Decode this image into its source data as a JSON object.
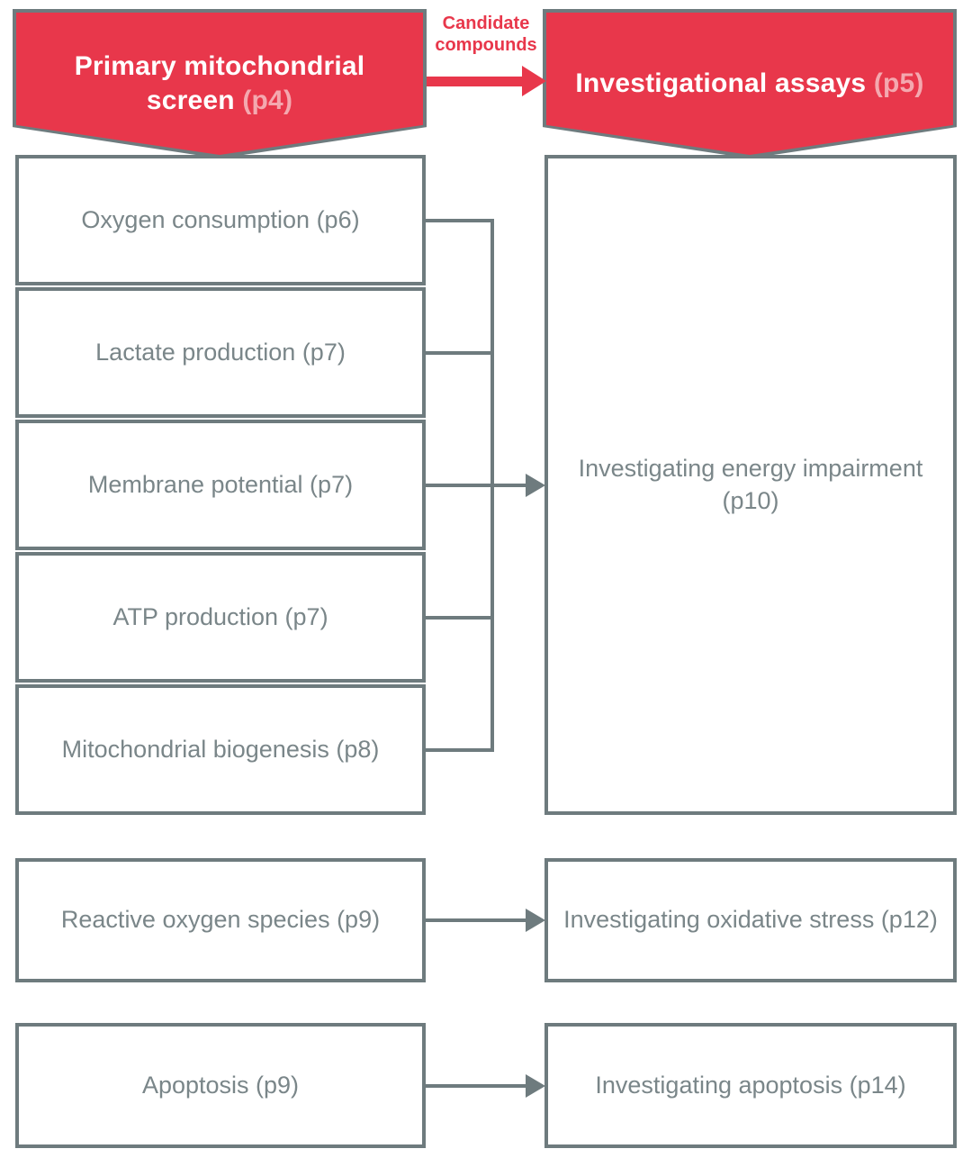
{
  "diagram": {
    "type": "flowchart",
    "colors": {
      "accent_red": "#E8374B",
      "accent_pink": "#F4A8AF",
      "border_gray": "#6E7B7E",
      "text_gray": "#7A8689",
      "background": "#FFFFFF"
    }
  },
  "columns": {
    "left_header": {
      "title": "Primary mitochondrial screen",
      "page": "(p4)"
    },
    "right_header": {
      "title": "Investigational assays",
      "page": "(p5)"
    }
  },
  "connector_label": {
    "text": "Candidate\ncompounds"
  },
  "left_column": {
    "assays": [
      {
        "label": "Oxygen consumption (p6)"
      },
      {
        "label": "Lactate production (p7)"
      },
      {
        "label": "Membrane potential (p7)"
      },
      {
        "label": "ATP production (p7)"
      },
      {
        "label": "Mitochondrial biogenesis (p8)"
      }
    ],
    "standalone": [
      {
        "label": "Reactive oxygen species (p9)"
      },
      {
        "label": "Apoptosis (p9)"
      }
    ]
  },
  "right_column": {
    "outcomes": [
      {
        "label": "Investigating energy impairment (p10)"
      },
      {
        "label": "Investigating oxidative stress (p12)"
      },
      {
        "label": "Investigating apoptosis (p14)"
      }
    ]
  },
  "icons": {
    "arrow_right": "arrow-right-icon",
    "arrow_right_red": "arrow-right-red-icon",
    "banner_chevron": "chevron-down-banner-icon"
  }
}
